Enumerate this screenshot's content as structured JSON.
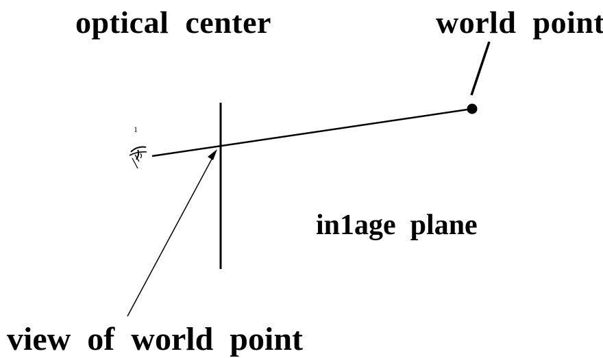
{
  "labels": {
    "optical_center": "optical  center",
    "world_point": "world  point",
    "image_plane": "in1age  plane",
    "view_of_world_point": "view  of  world  point",
    "eye_marker": "1"
  },
  "icons": {
    "eye": "eye-icon"
  },
  "colors": {
    "ink": "#000000",
    "background": "#ffffff"
  }
}
